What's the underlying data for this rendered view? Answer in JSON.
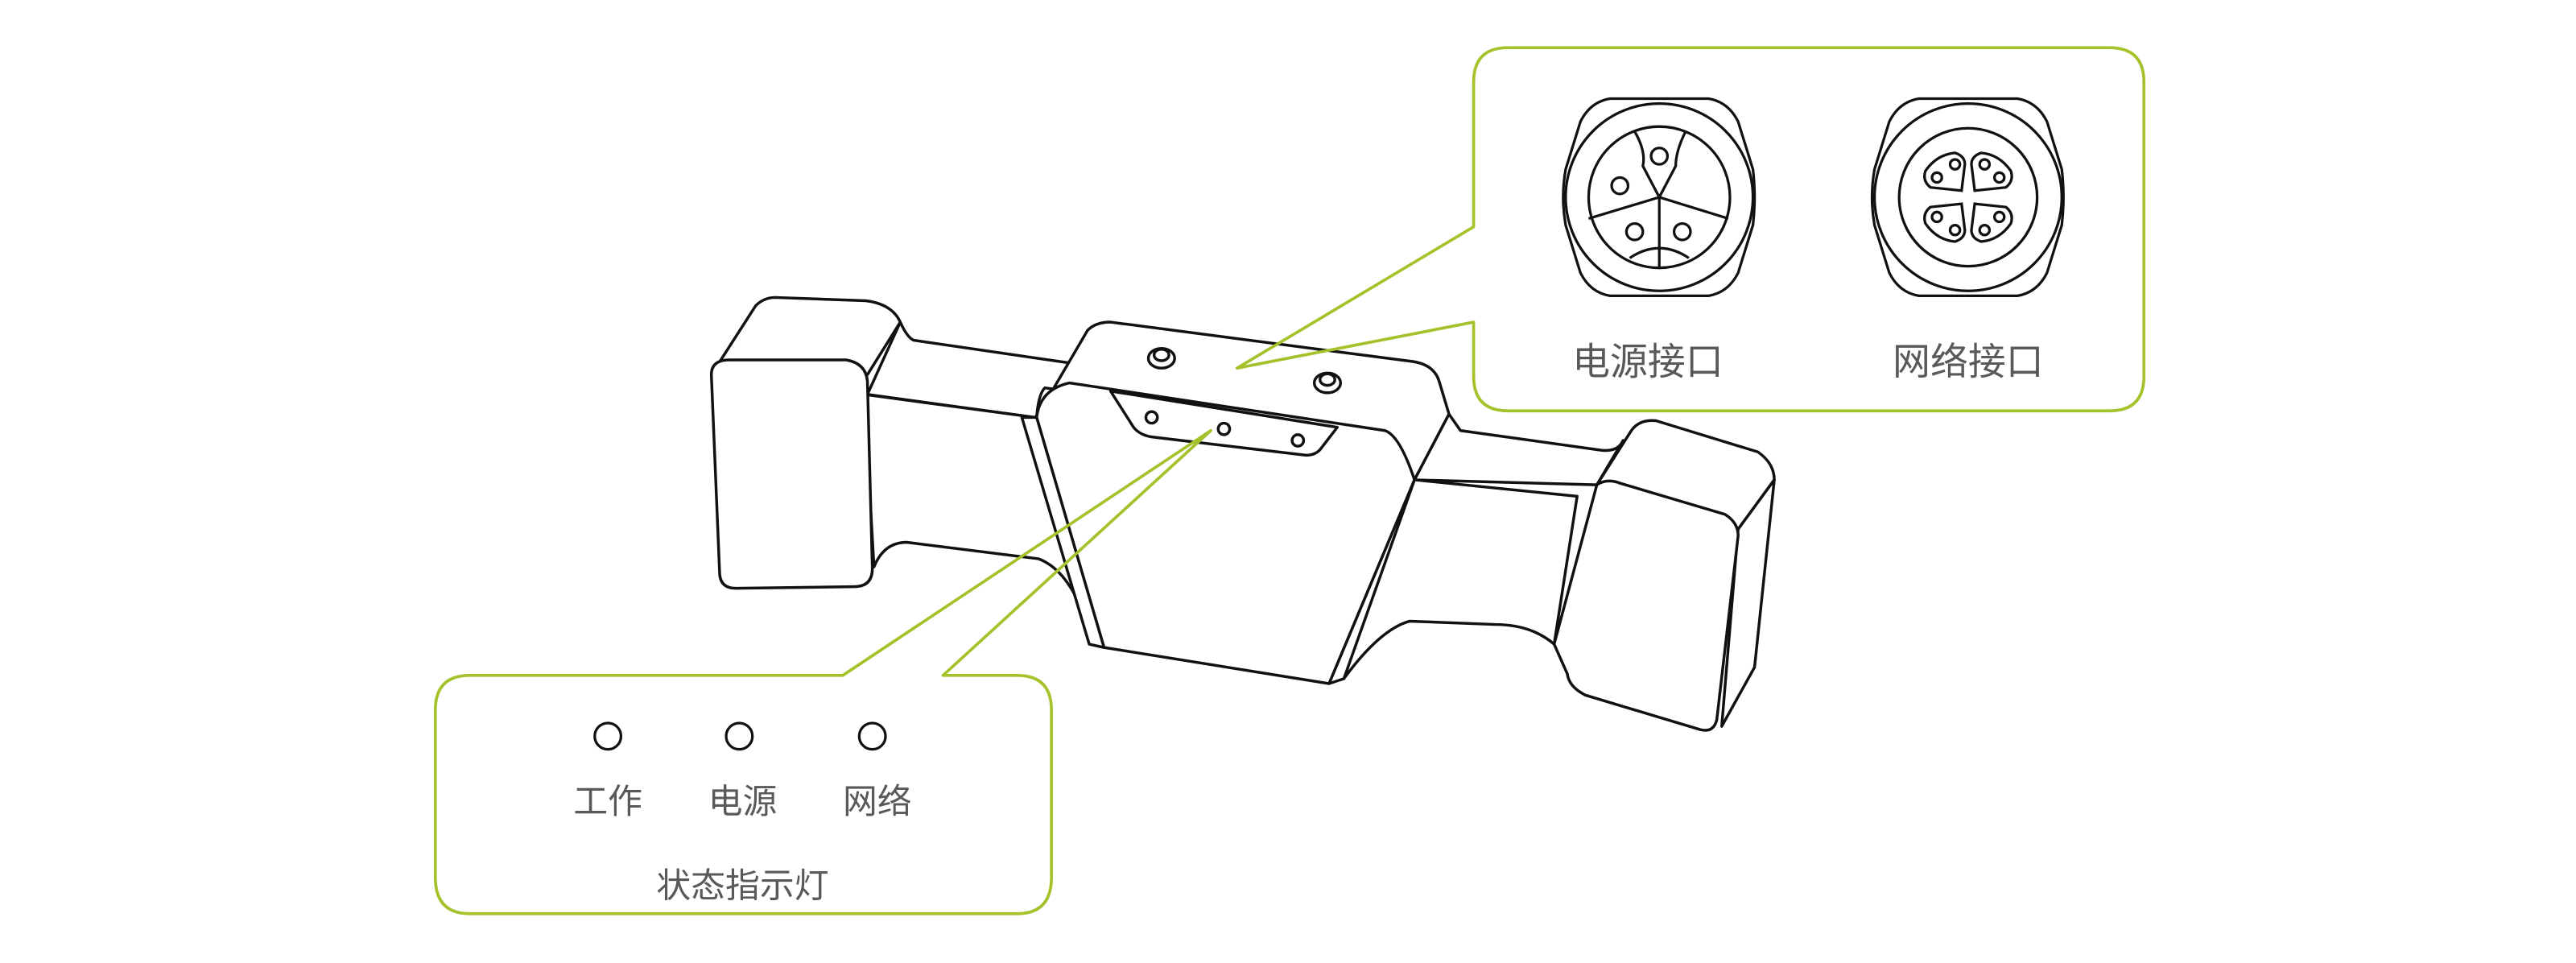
{
  "callout_ports": {
    "power_port_label": "电源接口",
    "network_port_label": "网络接口"
  },
  "callout_lights": {
    "indicators": [
      {
        "label": "工作"
      },
      {
        "label": "电源"
      },
      {
        "label": "网络"
      }
    ],
    "group_label": "状态指示灯"
  },
  "colors": {
    "accent": "#a4c22a",
    "line": "#111111",
    "text": "#595959"
  }
}
